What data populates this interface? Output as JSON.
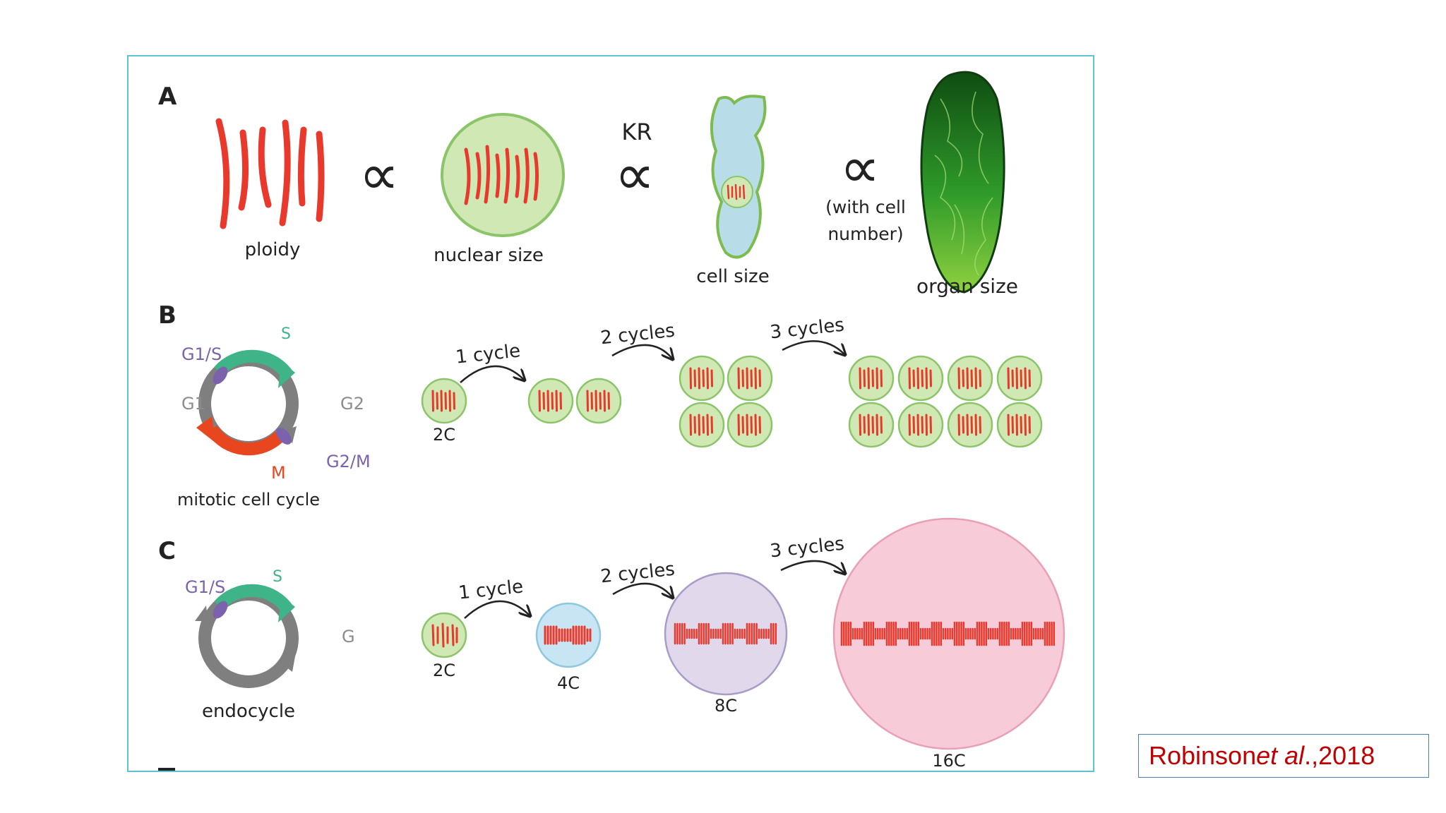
{
  "figure": {
    "panel_a": {
      "letter": "A",
      "ploidy_label": "ploidy",
      "nuclear_label": "nuclear size",
      "kr_label": "KR",
      "cell_label": "cell size",
      "with_cell_line1": "(with cell",
      "with_cell_line2": "number)",
      "organ_label": "organ size",
      "prop_symbol": "∝"
    },
    "panel_b": {
      "letter": "B",
      "phase_s": "S",
      "phase_g1s": "G1/S",
      "phase_g1": "G1",
      "phase_g2": "G2",
      "phase_g2m": "G2/M",
      "phase_m": "M",
      "cycle_label": "mitotic cell cycle",
      "dna_label": "2C",
      "step1": "1 cycle",
      "step2": "2 cycles",
      "step3": "3 cycles"
    },
    "panel_c": {
      "letter": "C",
      "phase_s": "S",
      "phase_g1s": "G1/S",
      "phase_g": "G",
      "cycle_label": "endocycle",
      "step1": "1 cycle",
      "step2": "2 cycles",
      "step3": "3 cycles",
      "dna_2c": "2C",
      "dna_4c": "4C",
      "dna_8c": "8C",
      "dna_16c": "16C"
    },
    "colors": {
      "chromosome": "#e8392c",
      "nucleus_fill": "#cfe8b4",
      "nucleus_stroke": "#8cc46a",
      "cell_fill": "#b9dde8",
      "cell_stroke": "#7cbc4f",
      "s_phase": "#3fb488",
      "g1s_marker": "#7b62ad",
      "cycle_gray": "#7f7f7f",
      "m_phase": "#e8461e",
      "blue_4c": "#c7e5f2",
      "lavender_8c": "#e1d8ec",
      "pink_16c": "#f7cbd8",
      "frame": "#5fc3d6",
      "citation_text": "#c00000",
      "citation_border": "#4a7db5"
    }
  },
  "citation": {
    "author": "Robinson ",
    "etal": "et al",
    "year": ".,2018"
  }
}
